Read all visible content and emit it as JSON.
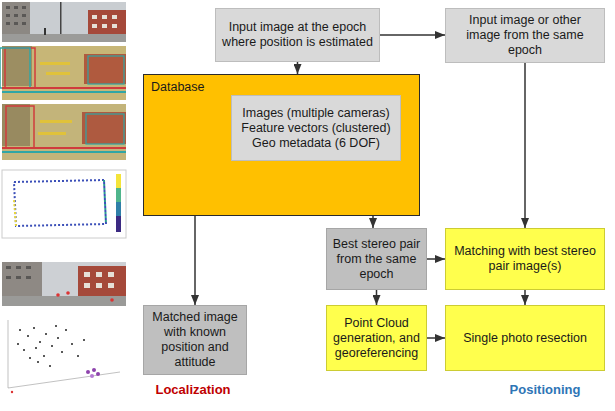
{
  "diagram": {
    "nodes": [
      {
        "text": [
          "Input image at the epoch where position is estimated"
        ]
      },
      {
        "text": [
          "Input image or other image from the same epoch"
        ]
      },
      {
        "text": [
          "Database"
        ]
      },
      {
        "text": [
          "Images (multiple cameras)",
          "Feature vectors (clustered)",
          "Geo metadata (6 DOF)"
        ],
        "in": 2
      },
      {
        "text": [
          "Best stereo pair from the same epoch"
        ]
      },
      {
        "text": [
          "Matching with best stereo pair image(s)"
        ]
      },
      {
        "text": [
          "Matched image with known position and attitude"
        ]
      },
      {
        "text": [
          "Point Cloud generation, and georeferencing"
        ]
      },
      {
        "text": [
          "Single photo resection"
        ]
      }
    ],
    "edges": [
      {
        "from": 0,
        "to": 1,
        "arrow": "to"
      },
      {
        "from": 0,
        "to": 2,
        "arrow": "to"
      },
      {
        "from": 2,
        "to": 6,
        "arrow": "to"
      },
      {
        "from": 2,
        "to": 4,
        "arrow": "to"
      },
      {
        "from": 1,
        "to": 5,
        "arrow": "to"
      },
      {
        "from": 4,
        "to": 5,
        "arrow": "to"
      },
      {
        "from": 5,
        "to": 8,
        "arrow": "to"
      },
      {
        "from": 4,
        "to": 7,
        "arrow": "to"
      },
      {
        "from": 7,
        "to": 8,
        "arrow": "to"
      }
    ],
    "labels": [
      "Localization",
      "Positioning"
    ]
  }
}
